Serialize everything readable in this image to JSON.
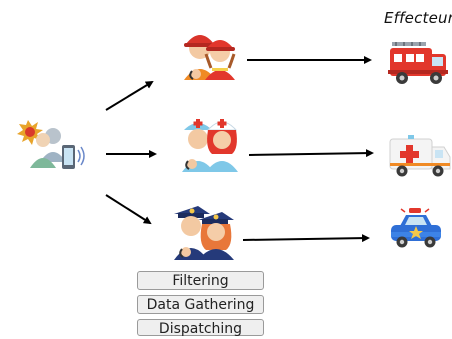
{
  "title": "Effecteurs",
  "steps": [
    "Filtering",
    "Data Gathering",
    "Dispatching"
  ],
  "icons": {
    "caller": "emergency-caller-icon",
    "firefighters": "firefighters-icon",
    "medics": "medical-staff-icon",
    "police": "police-officers-icon",
    "fire_truck": "fire-truck-icon",
    "ambulance": "ambulance-icon",
    "police_car": "police-car-icon"
  },
  "colors": {
    "arrow": "#000000",
    "fire_red": "#e2372c",
    "helmet_orange": "#f08a24",
    "police_blue": "#253a7a",
    "medic_blue": "#7fc8e8"
  }
}
